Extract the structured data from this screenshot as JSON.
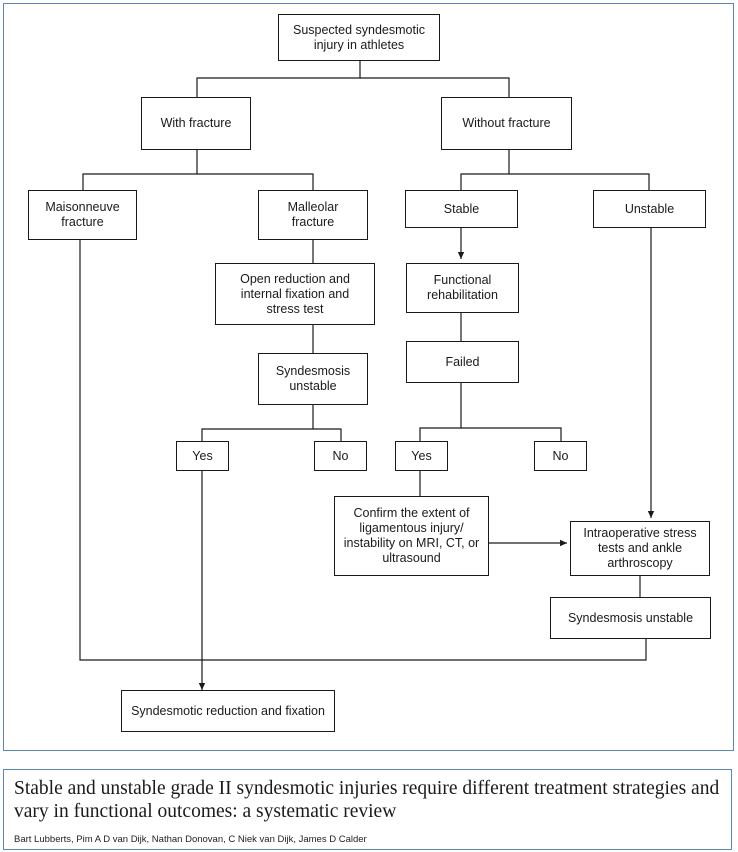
{
  "diagram": {
    "nodes": {
      "root": "Suspected syndesmotic\ninjury in athletes",
      "with_fracture": "With fracture",
      "without_fracture": "Without fracture",
      "maisonneuve": "Maisonneuve\nfracture",
      "malleolar": "Malleolar\nfracture",
      "stable": "Stable",
      "unstable": "Unstable",
      "orif": "Open reduction and\ninternal fixation and\nstress test",
      "functional_rehab": "Functional\nrehabilitation",
      "syndesmosis_unstable_left": "Syndesmosis\nunstable",
      "failed": "Failed",
      "yes_left": "Yes",
      "no_left": "No",
      "yes_right": "Yes",
      "no_right": "No",
      "confirm_extent": "Confirm the extent of\nligamentous injury/\ninstability on MRI, CT, or\nultrasound",
      "intraop_tests": "Intraoperative stress\ntests and ankle\narthroscopy",
      "syndesmosis_unstable_right": "Syndesmosis unstable",
      "reduction_fixation": "Syndesmotic reduction and fixation"
    },
    "colors": {
      "line": "#1a1a1a",
      "panel_border": "#5b86c4"
    }
  },
  "paper": {
    "title": "Stable and unstable grade II syndesmotic injuries require different treatment strategies and vary in functional outcomes: a systematic review",
    "authors": "Bart Lubberts, Pim A D van Dijk, Nathan Donovan, C Niek van Dijk, James D Calder"
  }
}
